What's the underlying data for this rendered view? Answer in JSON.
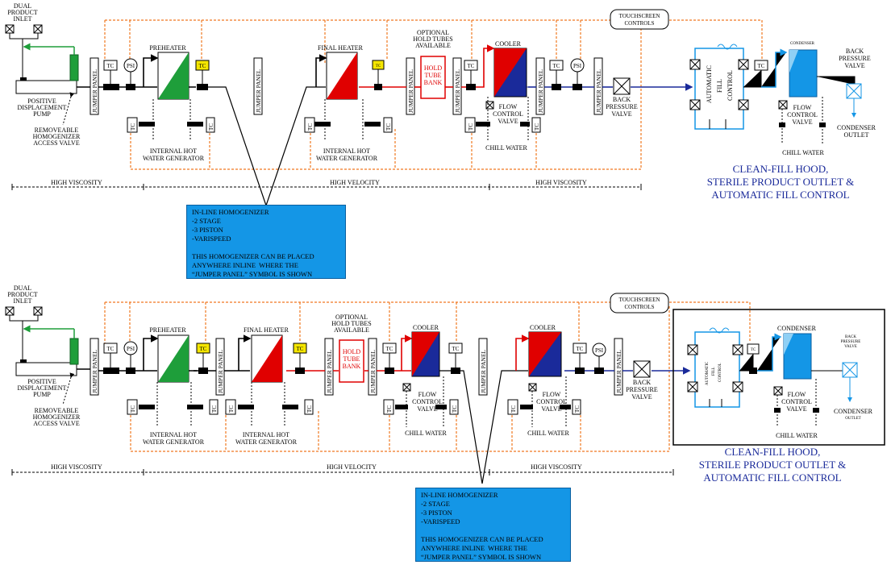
{
  "top": {
    "inlet": [
      "DUAL",
      "PRODUCT",
      "INLET"
    ],
    "pump": [
      "POSITIVE",
      "DISPLACEMENT",
      "PUMP"
    ],
    "access_valve": [
      "REMOVEABLE",
      "HOMOGENIZER",
      "ACCESS VALVE"
    ],
    "jumper": "JUMPER PANEL",
    "tc": "TC",
    "psi": "PSI",
    "preheater": "PREHEATER",
    "final_heater": "FINAL HEATER",
    "hold_tubes_note": [
      "OPTIONAL",
      "HOLD TUBES",
      "AVAILABLE"
    ],
    "hold_bank": [
      "HOLD",
      "TUBE",
      "BANK"
    ],
    "cooler": "COOLER",
    "flow_control": [
      "FLOW",
      "CONTROL",
      "VALVE"
    ],
    "chill_water": "CHILL WATER",
    "hot_water_gen": [
      "INTERNAL HOT",
      "WATER GENERATOR"
    ],
    "back_pressure": [
      "BACK",
      "PRESSURE",
      "VALVE"
    ],
    "touchscreen": [
      "TOUCHSCREEN",
      "CONTROLS"
    ],
    "auto_fill": [
      "AUTOMATIC",
      "FILL",
      "CONTROL"
    ],
    "condenser": "CONDENSER",
    "condenser_outlet": [
      "CONDENSER",
      "OUTLET"
    ],
    "zones": [
      "HIGH VISCOSITY",
      "HIGH VELOCITY",
      "HIGH VISCOSITY"
    ]
  },
  "homogenizer_box": {
    "lines": [
      "IN-LINE HOMOGENIZER",
      "-2 STAGE",
      "-3 PISTON",
      "-VARISPEED",
      "",
      "THIS HOMOGENIZER CAN BE PLACED",
      "ANYWHERE INLINE  WHERE THE",
      "“JUMPER PANEL” SYMBOL IS SHOWN"
    ]
  },
  "hood_caption": [
    "CLEAN-FILL HOOD,",
    "STERILE PRODUCT OUTLET &",
    "AUTOMATIC FILL CONTROL"
  ],
  "colors": {
    "control_wire": "#f07820",
    "product": "#000000",
    "hot": "#e00000",
    "cool": "#1a2a9a",
    "clean": "#1496e6",
    "green": "#1e9e3a",
    "yellow": "#f5e600"
  }
}
